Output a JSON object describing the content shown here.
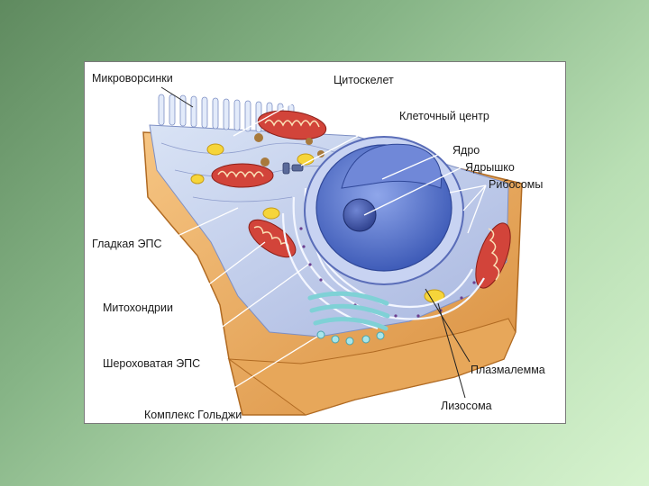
{
  "labels": {
    "microvilli": "Микроворсинки",
    "cytoskeleton": "Цитоскелет",
    "cell_center": "Клеточный центр",
    "nucleus": "Ядро",
    "nucleolus": "Ядрышко",
    "ribosomes": "Рибосомы",
    "smooth_er": "Гладкая ЭПС",
    "mitochondria": "Митохондрии",
    "rough_er": "Шероховатая ЭПС",
    "plasmalemma": "Плазмалемма",
    "lysosome": "Лизосома",
    "golgi": "Комплекс Гольджи"
  }
}
